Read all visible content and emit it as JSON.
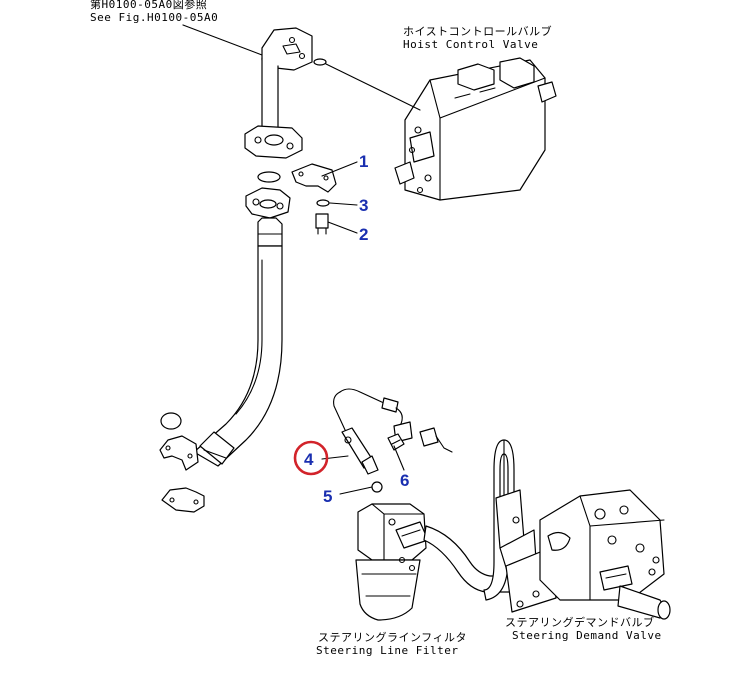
{
  "labels": {
    "see_fig_jp": "第H0100-05A0図参照",
    "see_fig_en": "See Fig.H0100-05A0",
    "hoist_jp": "ホイストコントロールバルブ",
    "hoist_en": "Hoist Control Valve",
    "filter_jp": "ステアリングラインフィルタ",
    "filter_en": "Steering Line Filter",
    "demand_jp": "ステアリングデマンドバルブ",
    "demand_en": "Steering Demand Valve"
  },
  "callouts": {
    "c1": "1",
    "c2": "2",
    "c3": "3",
    "c4": "4",
    "c5": "5",
    "c6": "6"
  },
  "highlight": {
    "callout": "4",
    "color": "#d2232a"
  },
  "callout_color": "#1a2fb0"
}
